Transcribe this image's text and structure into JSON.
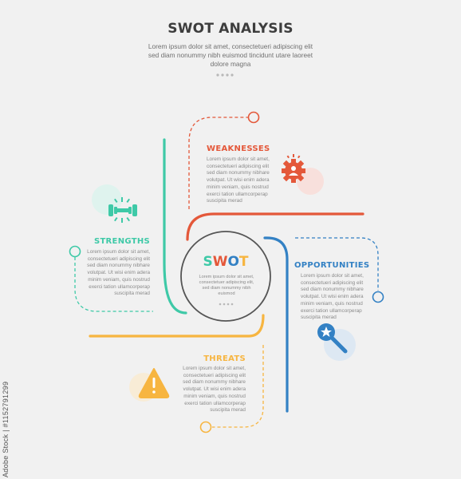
{
  "header": {
    "title": "SWOT ANALYSIS",
    "subtitle": "Lorem ipsum dolor sit amet, consectetueri adipiscing elit sed diam nonummy nibh euismod tincidunt utare laoreet dolore magna"
  },
  "center": {
    "letters": [
      "S",
      "W",
      "O",
      "T"
    ],
    "text": "Lorem ipsum dolor sit amet, consectetuer adipiscing elit, sed diam nonummy nibh euismod"
  },
  "quadrants": {
    "weaknesses": {
      "heading": "WEAKNESSES",
      "text": "Lorem ipsum dolor sit amet, consectetueri adipiscing elit sed diam nonummy nibhare volutpat. Ut wisi enim adera minim veniam, quis nostrud exerci tation ullamcorperap suscipita merad",
      "icon": "gear-person-icon"
    },
    "strengths": {
      "heading": "STRENGTHS",
      "text": "Lorem ipsum dolor sit amet, consectetueri adipiscing elit sed diam nonummy nibhare volutpat. Ut wisi enim adera minim veniam, quis nostrud exerci tation ullamcorperap suscipita merad",
      "icon": "dumbbell-icon"
    },
    "opportunities": {
      "heading": "OPPORTUNITIES",
      "text": "Lorem ipsum dolor sit amet, consectetueri adipiscing elit sed diam nonummy nibhare volutpat. Ut wisi enim adera minim veniam, quis nostrud exerci tation ullamcorperap suscipita merad",
      "icon": "magnifier-star-icon"
    },
    "threats": {
      "heading": "THREATS",
      "text": "Lorem ipsum dolor sit amet, consectetueri adipiscing elit sed diam nonummy nibhare volutpat. Ut wisi enim adera minim veniam, quis nostrud exerci tation ullamcorperap suscipita merad",
      "icon": "warning-triangle-icon"
    }
  },
  "watermark": {
    "text": "Adobe Stock | #1152791299"
  },
  "colors": {
    "strengths": "#3ec9a7",
    "weaknesses": "#e4583a",
    "opportunities": "#3381c4",
    "threats": "#f7b540",
    "title": "#3d3d3d",
    "ring": "#555555"
  }
}
